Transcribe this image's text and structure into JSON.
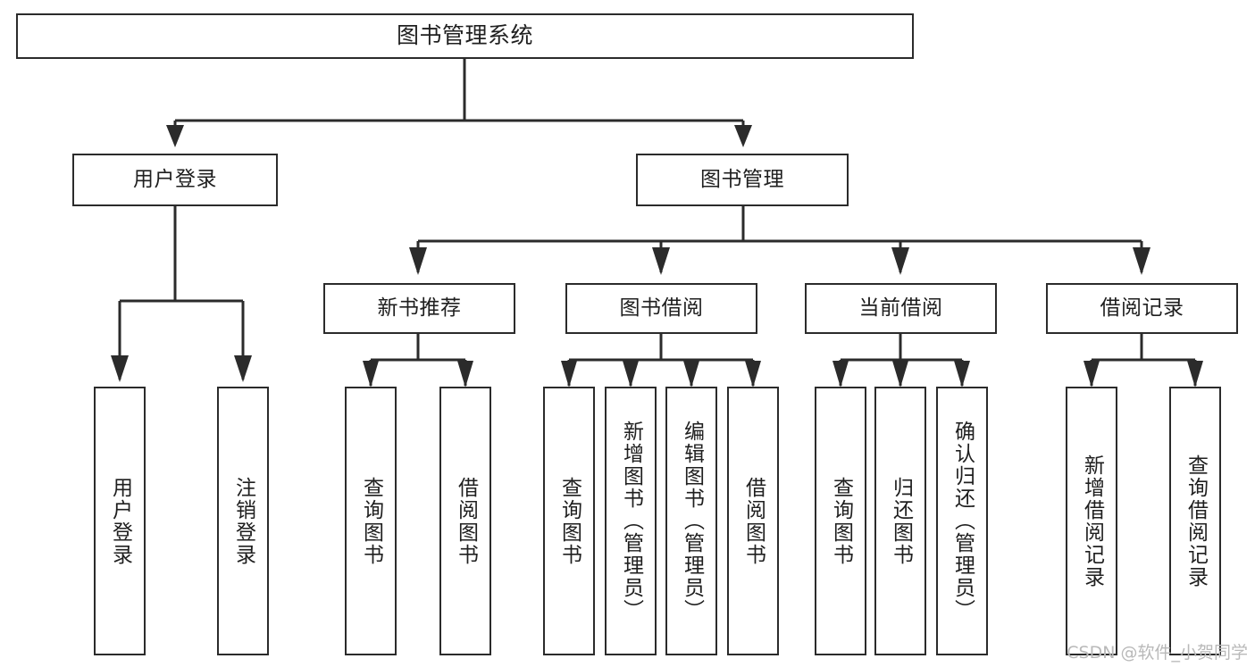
{
  "diagram": {
    "type": "tree-hierarchy",
    "title": "图书管理系统",
    "watermark": "CSDN @软件_小贺同学",
    "colors": {
      "stroke": "#2b2b2b",
      "fill": "#ffffff",
      "text": "#1f1f1f",
      "watermark": "#b9b9b9"
    },
    "nodes": {
      "root": {
        "label": "图书管理系统",
        "level": 1
      },
      "level2": [
        {
          "label": "用户登录"
        },
        {
          "label": "图书管理"
        }
      ],
      "level3": [
        {
          "label": "新书推荐"
        },
        {
          "label": "图书借阅"
        },
        {
          "label": "当前借阅"
        },
        {
          "label": "借阅记录"
        }
      ],
      "leaves": {
        "user_login": [
          {
            "label": "用户登录"
          },
          {
            "label": "注销登录"
          }
        ],
        "new_book_recommend": [
          {
            "label": "查询图书"
          },
          {
            "label": "借阅图书"
          }
        ],
        "book_borrow": [
          {
            "label": "查询图书"
          },
          {
            "label": "新增图书（管理员）"
          },
          {
            "label": "编辑图书（管理员）"
          },
          {
            "label": "借阅图书"
          }
        ],
        "current_borrow": [
          {
            "label": "查询图书"
          },
          {
            "label": "归还图书"
          },
          {
            "label": "确认归还（管理员）"
          }
        ],
        "borrow_record": [
          {
            "label": "新增借阅记录"
          },
          {
            "label": "查询借阅记录"
          }
        ]
      }
    }
  }
}
